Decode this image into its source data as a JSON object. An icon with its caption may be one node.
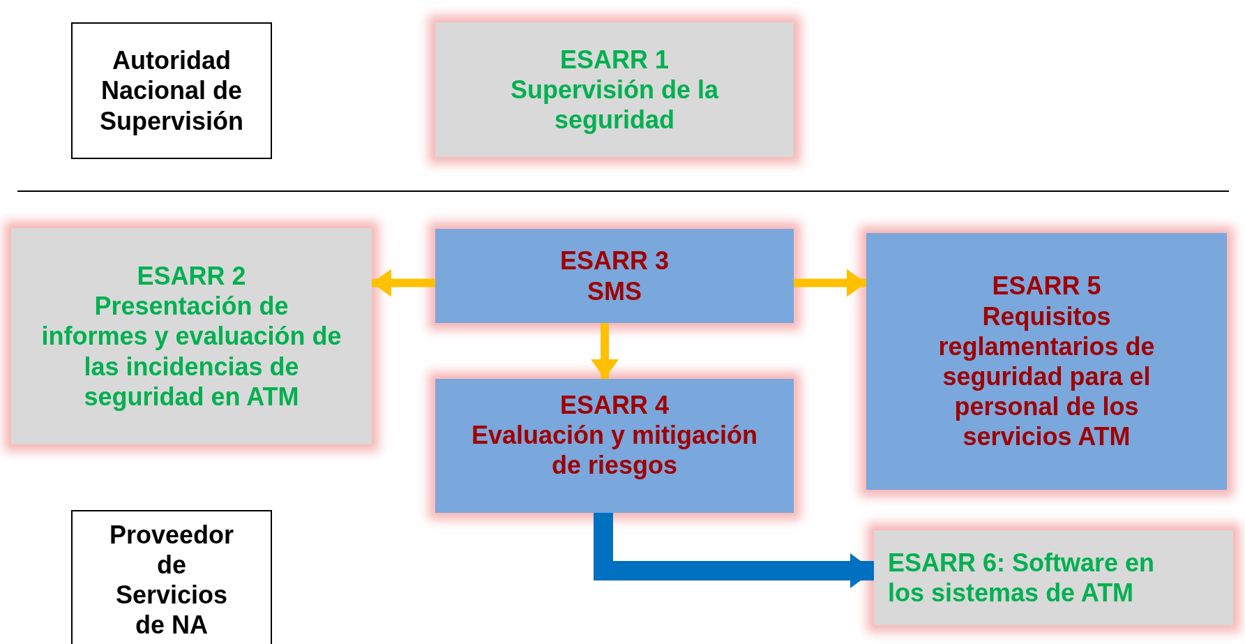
{
  "diagram": {
    "nodes": [
      {
        "text": [
          "Autoridad Nacional de Supervisión"
        ]
      },
      {
        "text": [
          "ESARR 1",
          "Supervisión de la seguridad"
        ]
      },
      {
        "text": [
          "ESARR 2",
          "Presentación de informes y evaluación de las incidencias de seguridad en ATM"
        ]
      },
      {
        "text": [
          "ESARR 3",
          "SMS"
        ]
      },
      {
        "text": [
          "ESARR 4",
          "Evaluación y mitigación de riesgos"
        ]
      },
      {
        "text": [
          "ESARR 5",
          "Requisitos reglamentarios de seguridad para el personal de los servicios ATM"
        ]
      },
      {
        "text": [
          "Proveedor de Servicios de NA"
        ]
      },
      {
        "text": [
          "ESARR 6: Software en los sistemas de ATM"
        ]
      }
    ],
    "edges": [
      {
        "from": 3,
        "to": 2,
        "arrow": "to"
      },
      {
        "from": 3,
        "to": 5,
        "arrow": "to"
      },
      {
        "from": 3,
        "to": 4,
        "arrow": "to"
      },
      {
        "from": 4,
        "to": 7,
        "arrow": "to",
        "style": "thick",
        "color": "#0070c0"
      }
    ]
  }
}
